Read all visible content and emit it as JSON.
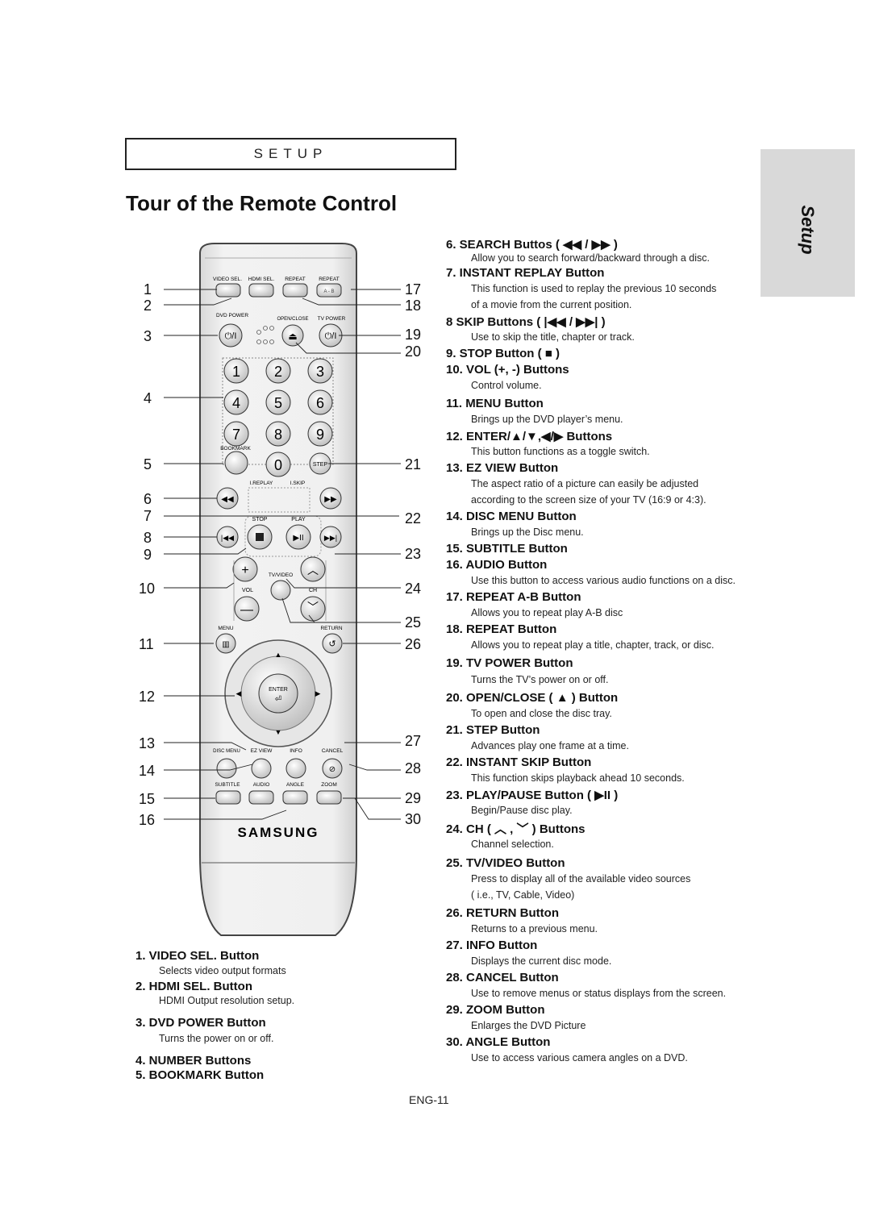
{
  "header": {
    "section_label": "SETUP",
    "page_title": "Tour of the Remote Control",
    "side_tab": "Setup"
  },
  "remote": {
    "labels": {
      "video_sel": "VIDEO SEL.",
      "hdmi_sel": "HDMI SEL.",
      "repeat1": "REPEAT",
      "repeat2": "REPEAT",
      "ab": "A - B",
      "dvd_power": "DVD POWER",
      "open_close": "OPEN/CLOSE",
      "tv_power": "TV POWER",
      "bookmark": "BOOKMARK",
      "step": "STEP",
      "ireplay": "I.REPLAY",
      "iskip": "I.SKIP",
      "stop": "STOP",
      "play": "PLAY",
      "tv_video": "TV/VIDEO",
      "vol": "VOL",
      "ch": "CH",
      "menu": "MENU",
      "return": "RETURN",
      "enter": "ENTER",
      "disc_menu": "DISC MENU",
      "ez_view": "EZ VIEW",
      "info": "INFO",
      "cancel": "CANCEL",
      "subtitle": "SUBTITLE",
      "audio": "AUDIO",
      "angle": "ANGLE",
      "zoom": "ZOOM",
      "brand": "SAMSUNG"
    },
    "number_keys": [
      "1",
      "2",
      "3",
      "4",
      "5",
      "6",
      "7",
      "8",
      "9",
      "0"
    ],
    "callouts_left": [
      "1",
      "2",
      "3",
      "4",
      "5",
      "6",
      "7",
      "8",
      "9",
      "10",
      "11",
      "12",
      "13",
      "14",
      "15",
      "16"
    ],
    "callouts_right": [
      "17",
      "18",
      "19",
      "20",
      "21",
      "22",
      "23",
      "24",
      "25",
      "26",
      "27",
      "28",
      "29",
      "30"
    ]
  },
  "items_left": [
    {
      "title": "1.   VIDEO SEL. Button",
      "desc": [
        "Selects video output formats"
      ]
    },
    {
      "title": "2.  HDMI SEL. Button",
      "desc": [
        "HDMI Output resolution setup."
      ]
    },
    {
      "title": "3.   DVD POWER Button",
      "desc": [
        "Turns the power on or off."
      ]
    },
    {
      "title": "4.   NUMBER Buttons",
      "desc": []
    },
    {
      "title": "5.   BOOKMARK Button",
      "desc": []
    }
  ],
  "items_right": [
    {
      "title": "6.   SEARCH Buttos ( ◀◀ / ▶▶ )",
      "desc": [
        "Allow you to search forward/backward through a disc."
      ]
    },
    {
      "title": "7.   INSTANT REPLAY Button",
      "desc": [
        "This function is used to replay the previous 10 seconds",
        "of a movie from the current position."
      ]
    },
    {
      "title": "8    SKIP Buttons ( |◀◀ / ▶▶| )",
      "desc": [
        "Use to skip the title, chapter or track."
      ]
    },
    {
      "title": "9.   STOP Button ( ■ )",
      "desc": []
    },
    {
      "title": "10.  VOL (+, -) Buttons",
      "desc": [
        "Control volume."
      ]
    },
    {
      "title": "11.  MENU Button",
      "desc": [
        "Brings up the DVD player’s menu."
      ]
    },
    {
      "title": "12.  ENTER/▲/▼,◀/▶ Buttons",
      "desc": [
        "This button functions as a toggle switch."
      ]
    },
    {
      "title": "13.  EZ VIEW Button",
      "desc": [
        "The aspect ratio of a picture can easily be adjusted",
        "according to the screen size of your TV (16:9 or 4:3)."
      ]
    },
    {
      "title": "14.  DISC MENU Button",
      "desc": [
        "Brings up the Disc menu."
      ]
    },
    {
      "title": "15.  SUBTITLE Button",
      "desc": []
    },
    {
      "title": "16.  AUDIO Button",
      "desc": [
        "Use this button to access various audio functions on a disc."
      ]
    },
    {
      "title": "17.  REPEAT A-B Button",
      "desc": [
        "Allows you to repeat play A-B disc"
      ]
    },
    {
      "title": "18.  REPEAT Button",
      "desc": [
        "Allows you to repeat play a title, chapter, track, or disc."
      ]
    },
    {
      "title": "19.  TV POWER Button",
      "desc": [
        "Turns the TV’s power on or off."
      ]
    },
    {
      "title": "20.  OPEN/CLOSE ( ▲ ) Button",
      "desc": [
        "To open and close the disc tray."
      ]
    },
    {
      "title": "21.  STEP Button",
      "desc": [
        "Advances play one frame at a time."
      ]
    },
    {
      "title": "22.  INSTANT SKIP Button",
      "desc": [
        "This function skips playback ahead 10 seconds."
      ]
    },
    {
      "title": "23.  PLAY/PAUSE Button ( ▶II )",
      "desc": [
        "Begin/Pause disc play."
      ]
    },
    {
      "title": "24.  CH ( ︿ , ﹀ ) Buttons",
      "desc": [
        "Channel selection."
      ]
    },
    {
      "title": "25.  TV/VIDEO Button",
      "desc": [
        "Press to display all of the available video sources",
        "( i.e., TV, Cable, Video)"
      ]
    },
    {
      "title": "26.  RETURN Button",
      "desc": [
        "Returns to a previous menu."
      ]
    },
    {
      "title": "27.  INFO Button",
      "desc": [
        "Displays the current disc mode."
      ]
    },
    {
      "title": "28.  CANCEL Button",
      "desc": [
        "Use to remove menus or status displays from the screen."
      ]
    },
    {
      "title": "29.  ZOOM Button",
      "desc": [
        "Enlarges the DVD Picture"
      ]
    },
    {
      "title": "30.  ANGLE Button",
      "desc": [
        "Use to access various camera angles on a DVD."
      ]
    }
  ],
  "footer": {
    "page_number": "ENG-11"
  }
}
